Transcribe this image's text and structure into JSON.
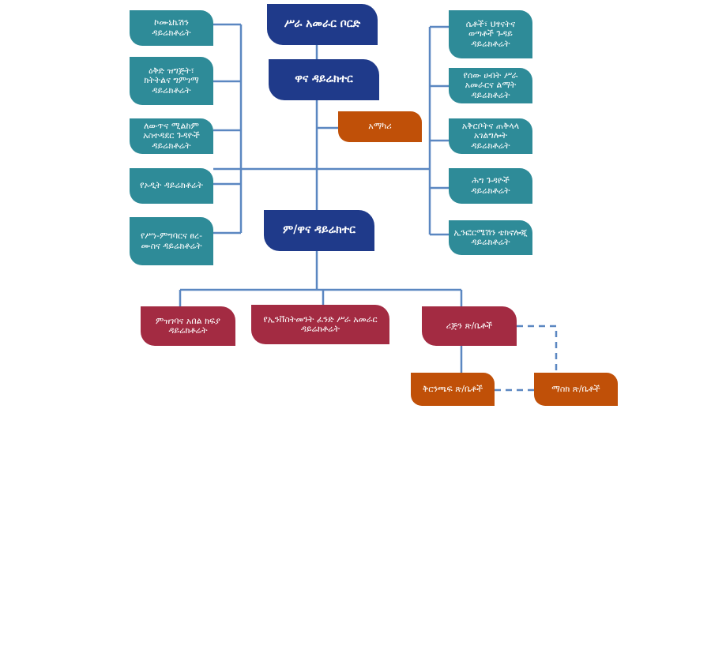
{
  "colors": {
    "connector": "#5b87c1",
    "teal": "#2e8b98",
    "navy": "#1f3a8a",
    "crimson": "#a32b42",
    "orange": "#c05008"
  },
  "nodes": {
    "board": "ሥራ አመራር ቦርድ",
    "director": "ዋና ዳይሬክተር",
    "deputy": "ም/ዋና ዳይሬክተር",
    "advisor": "አማካሪ",
    "left": [
      "ኮሙኒኬሽን ዳይሬክቶሬት",
      "ዕቅድ ዝግጅት፣ ክትትልና ግምገማ ዳይሬክቶሬት",
      "ለውጥና ሚልከም አስተዳደር ጉዳዮች ዳይሬክቶሬት",
      "የኦዲት ዳይሬክቶሬት",
      "የሥነ-ምግባርና ፀረ- ሙስና ዳይሬክቶሬት"
    ],
    "right": [
      "ሴቶች፣ ህፃናትና ወጣቶች ጉዳይ ዳይሬክቶሬት",
      "የሰው ሀብት ሥራ አመራርና ልማት ዳይሬክቶሬት",
      "አቅርቦትና ጠቅላላ አገልግሎት ዳይሬክቶሬት",
      "ሕግ ጉዳዮች ዳይሬክቶሬት",
      "ኢንፎርሜሽን ቴክኖሎጂ ዳይሬክቶሬት"
    ],
    "bottom": {
      "finance": "ምዝገባና አበል ክፍያ ዳይሬክቶሬት",
      "investment": "የኢንቨስትመንት ፈንድ ሥራ አመራር ዳይሬክቶሬት",
      "branch_office": "ሪጅን ጽ/ቤቶች",
      "district_office": "ቅርንጫፍ ጽ/ቤቶች",
      "liaison_office": "ማስክ ጽ/ቤቶች"
    }
  }
}
